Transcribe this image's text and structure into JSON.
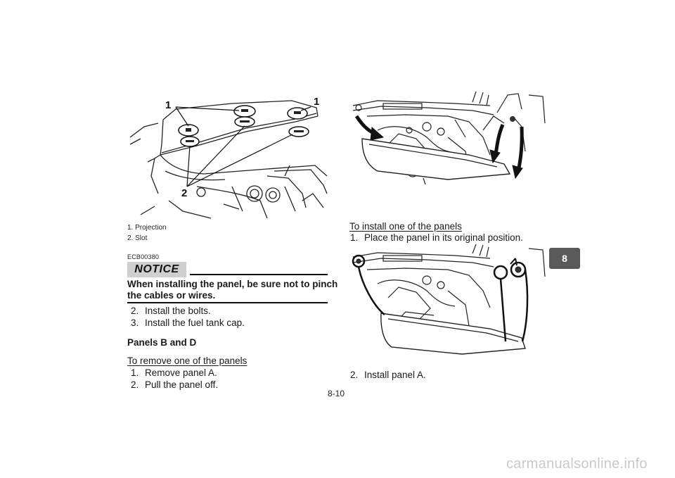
{
  "figure_left": {
    "callouts": [
      "1",
      "1",
      "2"
    ]
  },
  "legend": {
    "items": [
      "1. Projection",
      "2. Slot"
    ]
  },
  "notice": {
    "code": "ECB00380",
    "badge": "NOTICE",
    "text_line1": "When installing the panel, be sure not to pinch",
    "text_line2": "the cables or wires."
  },
  "left_steps": [
    {
      "num": "2.",
      "text": "Install the bolts."
    },
    {
      "num": "3.",
      "text": "Install the fuel tank cap."
    }
  ],
  "section_title": "Panels B and D",
  "remove": {
    "heading": "To remove one of the panels",
    "steps": [
      {
        "num": "1.",
        "text": "Remove panel A."
      },
      {
        "num": "2.",
        "text": "Pull the panel off."
      }
    ]
  },
  "install": {
    "heading": "To install one of the panels",
    "step1": {
      "num": "1.",
      "text": "Place the panel in its original position."
    },
    "step2": {
      "num": "2.",
      "text": "Install panel A."
    }
  },
  "chapter_tab": "8",
  "page_number": "8-10",
  "watermark": "carmanualsonline.info"
}
